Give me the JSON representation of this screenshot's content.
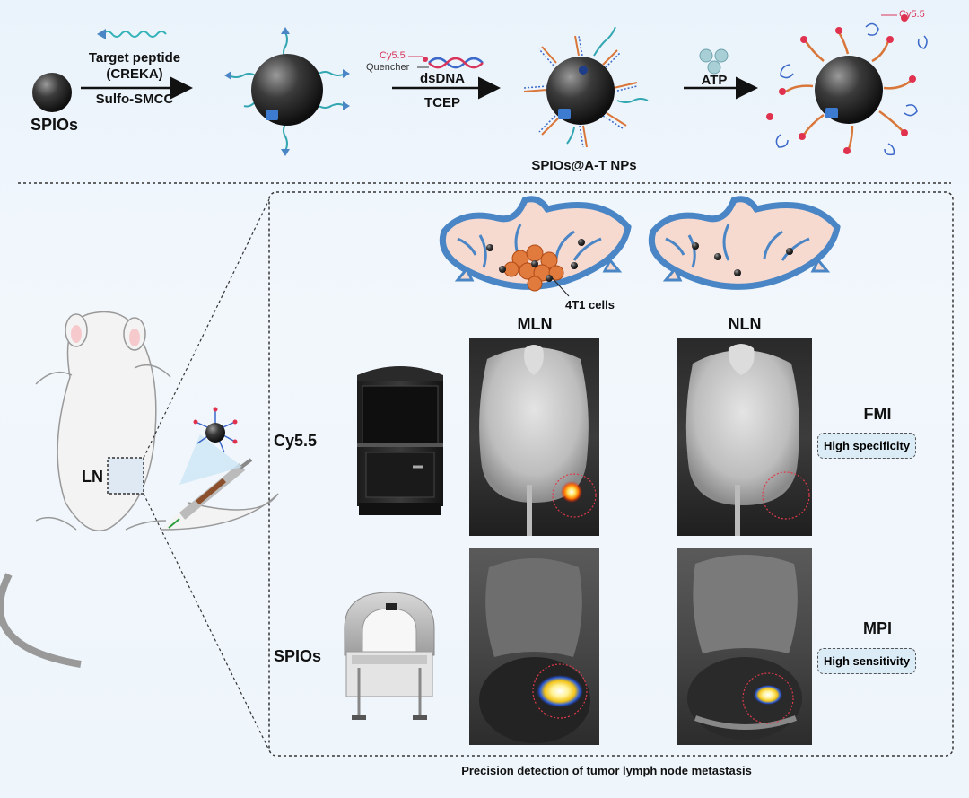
{
  "top": {
    "spios_label": "SPIOs",
    "step1_top": "Target peptide",
    "step1_mid": "(CREKA)",
    "step1_bottom": "Sulfo-SMCC",
    "cy55_tag": "Cy5.5",
    "quencher_tag": "Quencher",
    "step2_top": "dsDNA",
    "step2_bottom": "TCEP",
    "np_label": "SPIOs@A-T NPs",
    "step3_top": "ATP",
    "cy55_tag_right": "Cy5.5"
  },
  "bottom": {
    "ln_label": "LN",
    "cells_label": "4T1 cells",
    "col_mln": "MLN",
    "col_nln": "NLN",
    "row_cy55": "Cy5.5",
    "row_spios": "SPIOs",
    "fmi_title": "FMI",
    "fmi_badge": "High specificity",
    "mpi_title": "MPI",
    "mpi_badge": "High sensitivity",
    "caption": "Precision detection of tumor lymph node metastasis"
  },
  "colors": {
    "background": "#eaf3fb",
    "accent_blue": "#4a86c5",
    "node_fill": "#f6d9cf",
    "fluorescence": "#ffcc33",
    "badge_fill": "#dcecf7"
  }
}
